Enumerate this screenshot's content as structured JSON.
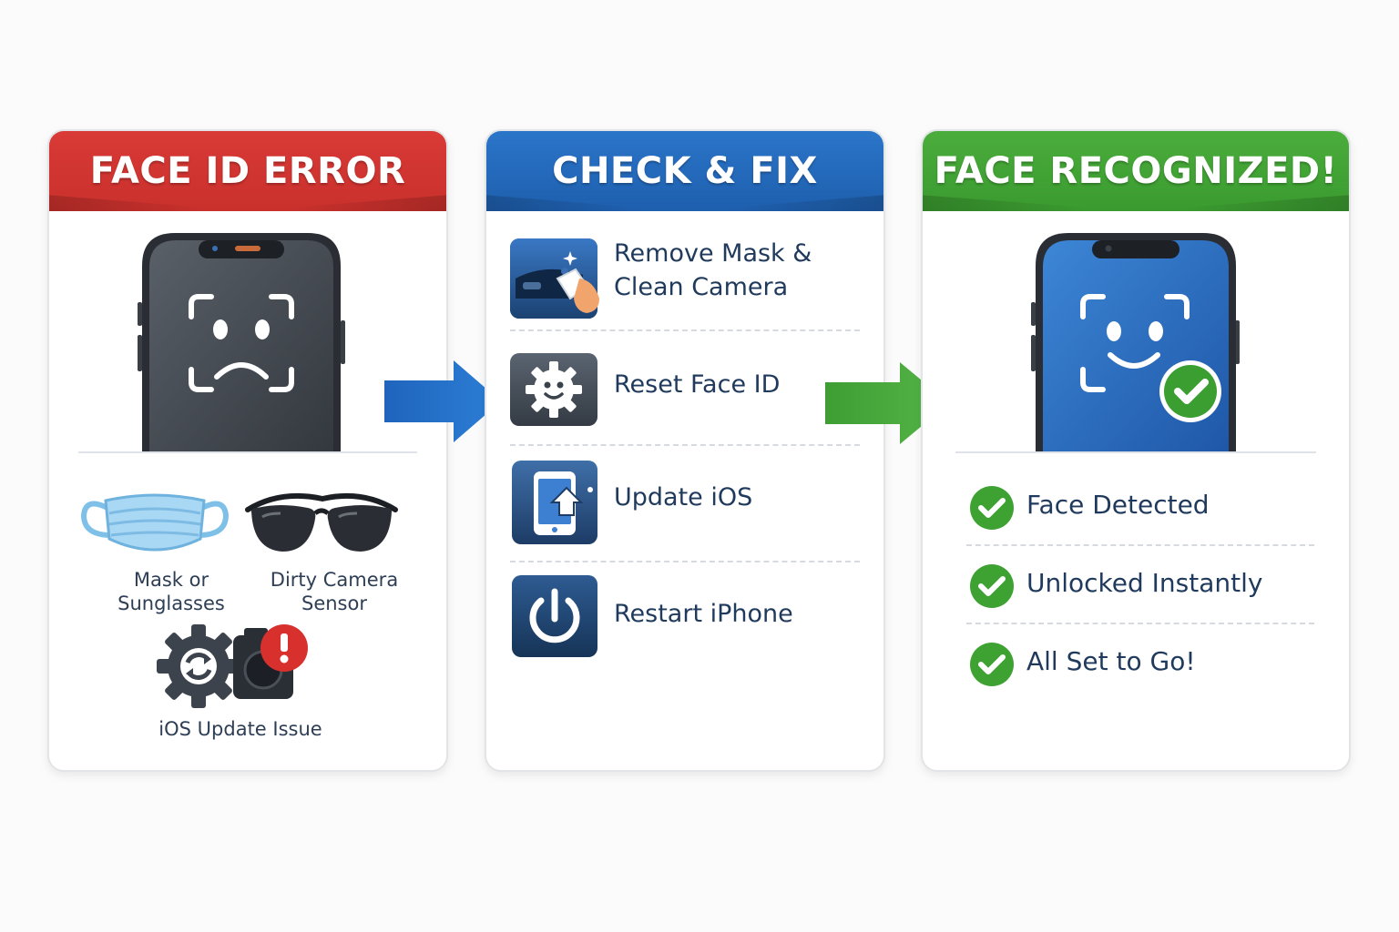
{
  "panels": {
    "error": {
      "title": "FACE ID ERROR",
      "causes": [
        {
          "label": "Mask or Sunglasses",
          "icon": "mask-icon"
        },
        {
          "label": "Dirty Camera Sensor",
          "icon": "sunglasses-icon"
        },
        {
          "label": "iOS Update Issue",
          "icon": "settings-alert-icon"
        }
      ]
    },
    "fix": {
      "title": "CHECK & FIX",
      "steps": [
        {
          "label_line1": "Remove Mask &",
          "label_line2": "Clean Camera",
          "icon": "clean-camera-icon"
        },
        {
          "label": "Reset Face ID",
          "icon": "face-gear-icon"
        },
        {
          "label": "Update iOS",
          "icon": "phone-update-icon"
        },
        {
          "label": "Restart iPhone",
          "icon": "power-icon"
        }
      ]
    },
    "success": {
      "title": "FACE RECOGNIZED!",
      "results": [
        {
          "label": "Face Detected",
          "icon": "check-circle-icon"
        },
        {
          "label": "Unlocked Instantly",
          "icon": "check-circle-icon"
        },
        {
          "label": "All Set to Go!",
          "icon": "check-circle-icon"
        }
      ]
    }
  },
  "colors": {
    "error": "#d1332f",
    "fix": "#2368b8",
    "success": "#42a335",
    "text": "#1f3a5c"
  }
}
